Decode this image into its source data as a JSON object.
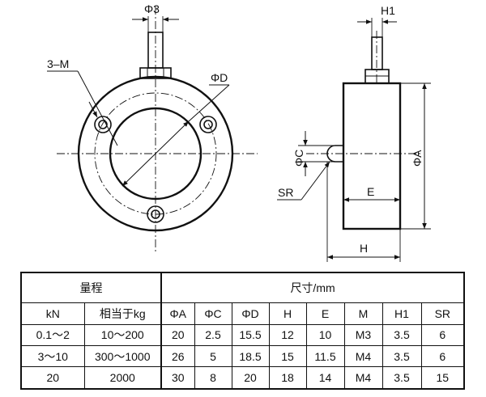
{
  "front_view": {
    "label_thread": "3–M",
    "label_inner_dia": "ΦD",
    "label_stud_dia": "Φ3"
  },
  "side_view": {
    "label_h1": "H1",
    "label_phi_c": "ΦC",
    "label_phi_a": "ΦA",
    "label_sr": "SR",
    "label_e": "E",
    "label_h": "H"
  },
  "table": {
    "group_range": "量程",
    "group_dims": "尺寸/mm",
    "headers": [
      "kN",
      "相当于kg",
      "ΦA",
      "ΦC",
      "ΦD",
      "H",
      "E",
      "M",
      "H1",
      "SR"
    ],
    "rows": [
      [
        "0.1～2",
        "10～200",
        "20",
        "2.5",
        "15.5",
        "12",
        "10",
        "M3",
        "3.5",
        "6"
      ],
      [
        "3～10",
        "300～1000",
        "26",
        "5",
        "18.5",
        "15",
        "11.5",
        "M4",
        "3.5",
        "6"
      ],
      [
        "20",
        "2000",
        "30",
        "8",
        "20",
        "18",
        "14",
        "M4",
        "3.5",
        "15"
      ]
    ]
  }
}
